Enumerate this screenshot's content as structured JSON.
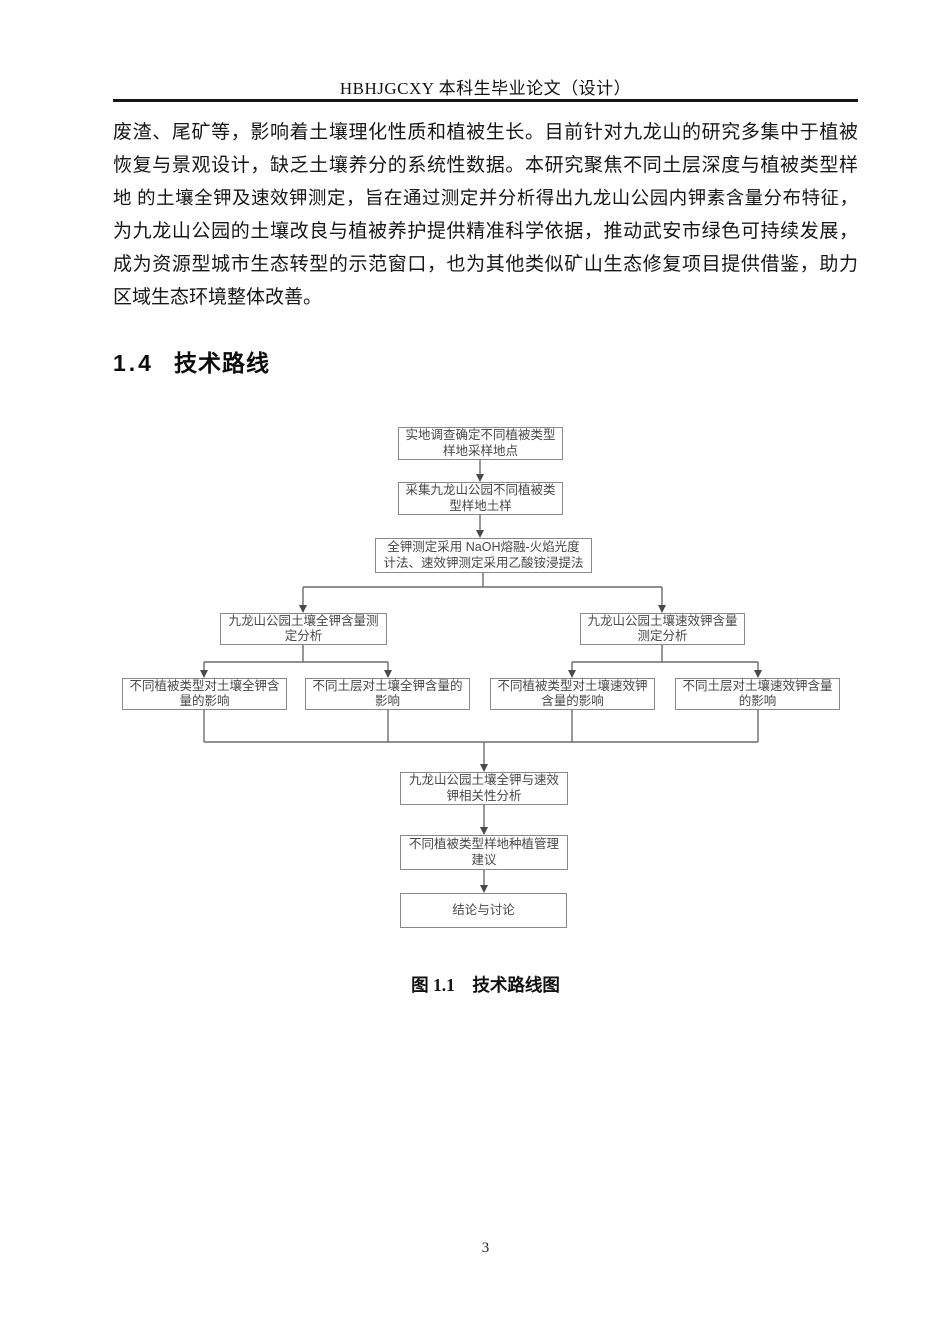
{
  "header": {
    "title": "HBHJGCXY 本科生毕业论文（设计）"
  },
  "paragraph_lines": [
    "废渣、尾矿等，影响着土壤理化性质和植被生长。目前针对九龙山的研究多集中于植被",
    "恢复与景观设计，缺乏土壤养分的系统性数据。本研究聚焦不同土层深度与植被类型样",
    "地 的土壤全钾及速效钾测定，旨在通过测定并分析得出九龙山公园内钾素含量分布特征，",
    "为九龙山公园的土壤改良与植被养护提供精准科学依据，推动武安市绿色可持续发展，",
    "成为资源型城市生态转型的示范窗口，也为其他类似矿山生态修复项目提供借鉴，助力",
    "区域生态环境整体改善。"
  ],
  "section": {
    "number": "1.4",
    "title": "技术路线"
  },
  "flowchart": {
    "nodes": {
      "survey": "实地调查确定不同植被类型\n样地采样地点",
      "sampling": "采集九龙山公园不同植被类\n型样地土样",
      "method": "全钾测定采用 NaOH熔融-火焰光度\n计法、速效钾测定采用乙酸铵浸提法",
      "total_k_analysis": "九龙山公园土壤全钾含量测\n定分析",
      "available_k_analysis": "九龙山公园土壤速效钾含量\n测定分析",
      "veg_total_k": "不同植被类型对土壤全钾含\n量的影响",
      "layer_total_k": "不同土层对土壤全钾含量的\n影响",
      "veg_available_k": "不同植被类型对土壤速效钾\n含量的影响",
      "layer_available_k": "不同土层对土壤速效钾含量\n的影响",
      "correlation": "九龙山公园土壤全钾与速效\n钾相关性分析",
      "management": "不同植被类型样地种植管理\n建议",
      "conclusion": "结论与讨论"
    },
    "edges": [
      {
        "from": "survey",
        "to": "sampling"
      },
      {
        "from": "sampling",
        "to": "method"
      },
      {
        "from": "method",
        "to": "total_k_analysis"
      },
      {
        "from": "method",
        "to": "available_k_analysis"
      },
      {
        "from": "total_k_analysis",
        "to": "veg_total_k"
      },
      {
        "from": "total_k_analysis",
        "to": "layer_total_k"
      },
      {
        "from": "available_k_analysis",
        "to": "veg_available_k"
      },
      {
        "from": "available_k_analysis",
        "to": "layer_available_k"
      },
      {
        "from": "veg_total_k",
        "to": "correlation"
      },
      {
        "from": "layer_total_k",
        "to": "correlation"
      },
      {
        "from": "veg_available_k",
        "to": "correlation"
      },
      {
        "from": "layer_available_k",
        "to": "correlation"
      },
      {
        "from": "correlation",
        "to": "management"
      },
      {
        "from": "management",
        "to": "conclusion"
      }
    ],
    "colors": {
      "box_border": "#898989",
      "line": "#6b6b6b",
      "arrowhead": "#4a4a4a",
      "text": "#484848"
    }
  },
  "figure": {
    "caption": "图 1.1　技术路线图"
  },
  "footer": {
    "page_number": "3"
  }
}
